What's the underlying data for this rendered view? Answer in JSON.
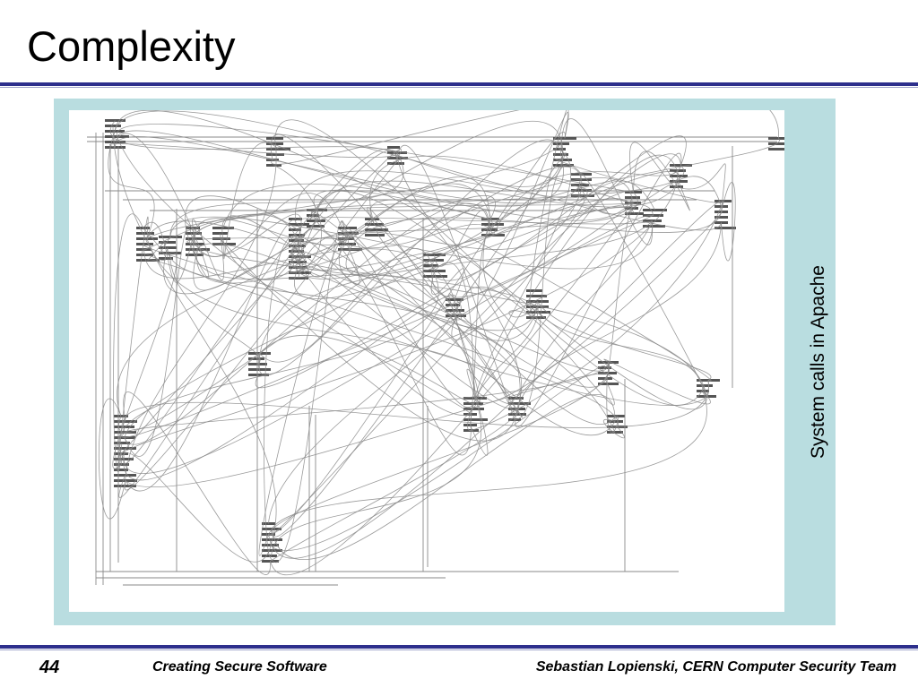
{
  "slide": {
    "title": "Complexity",
    "caption": "System calls in Apache",
    "figure_icon": "call-graph-diagram",
    "footer": {
      "slide_number": "44",
      "course": "Creating Secure Software",
      "author": "Sebastian Lopienski, CERN Computer Security Team"
    },
    "colors": {
      "title_text": "#000000",
      "rule": "#2d2f8c",
      "panel_background": "#b9dde0",
      "graph_background": "#ffffff",
      "graph_edges": "#8a8a8a"
    }
  }
}
